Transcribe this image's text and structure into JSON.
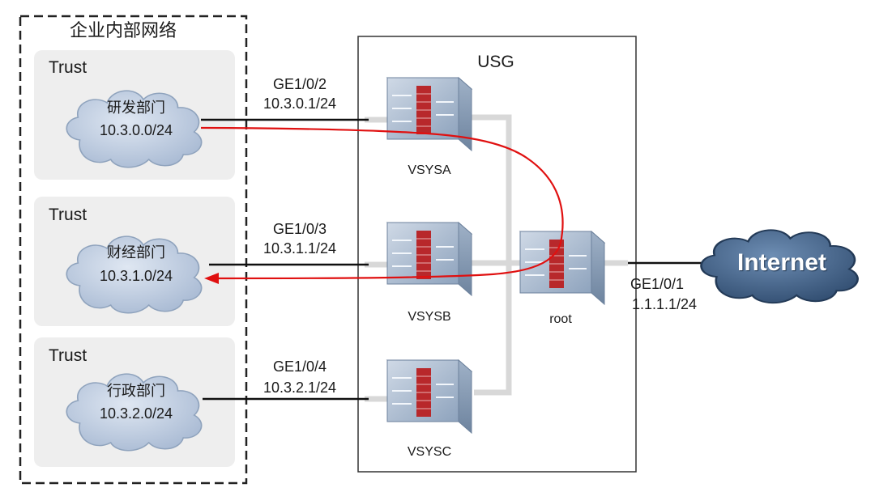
{
  "zone_title": "企业内部网络",
  "device_title": "USG",
  "colors": {
    "link": "#101010",
    "internal_link": "#d7d7d7",
    "traffic_path": "#e01010",
    "zone_fill": "#eeeeee",
    "cloud_fill": "#aebfd8",
    "internet_fill": "#3f5f85"
  },
  "zones": [
    {
      "label": "Trust",
      "department": "研发部门",
      "subnet": "10.3.0.0/24",
      "interface": "GE1/0/2",
      "interface_ip": "10.3.0.1/24",
      "vsys": "VSYSA"
    },
    {
      "label": "Trust",
      "department": "财经部门",
      "subnet": "10.3.1.0/24",
      "interface": "GE1/0/3",
      "interface_ip": "10.3.1.1/24",
      "vsys": "VSYSB"
    },
    {
      "label": "Trust",
      "department": "行政部门",
      "subnet": "10.3.2.0/24",
      "interface": "GE1/0/4",
      "interface_ip": "10.3.2.1/24",
      "vsys": "VSYSC"
    }
  ],
  "root": {
    "label": "root"
  },
  "uplink": {
    "interface": "GE1/0/1",
    "ip": "1.1.1.1/24"
  },
  "internet": {
    "label": "Internet",
    "icon": "cloud-icon"
  }
}
